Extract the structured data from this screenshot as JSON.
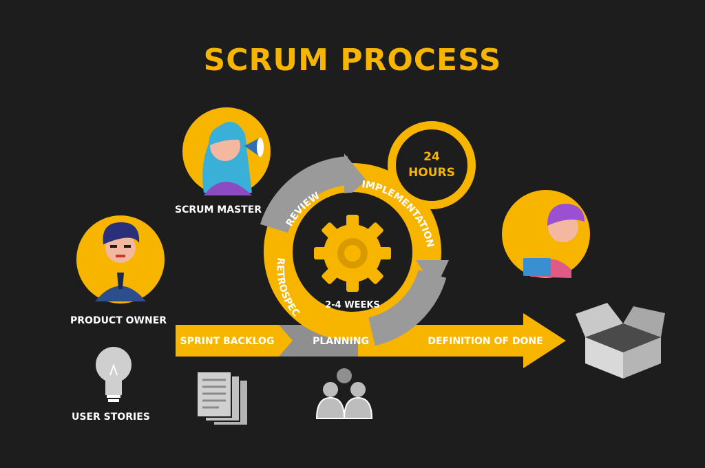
{
  "title": "SCRUM PROCESS",
  "roles": {
    "scrum_master": "SCRUM MASTER",
    "product_owner": "PRODUCT OWNER",
    "user_stories": "USER STORIES"
  },
  "arrow": {
    "sprint_backlog": "SPRINT BACKLOG",
    "planning": "PLANNING",
    "definition_of_done": "DEFINITION OF DONE"
  },
  "cycle": {
    "review": "REVIEW",
    "implementation": "IMPLEMENTATION",
    "retrospect": "RETROSPECT",
    "duration": "2-4 WEEKS"
  },
  "daily": {
    "line1": "24",
    "line2": "HOURS"
  },
  "colors": {
    "background": "#1e1d1d",
    "accent": "#f7b500",
    "gray": "#9a9a9a",
    "white": "#ffffff"
  },
  "icons": [
    "scrum-master-avatar",
    "product-owner-avatar",
    "developer-avatar",
    "lightbulb-icon",
    "documents-icon",
    "team-icon",
    "gear-icon",
    "box-icon"
  ]
}
